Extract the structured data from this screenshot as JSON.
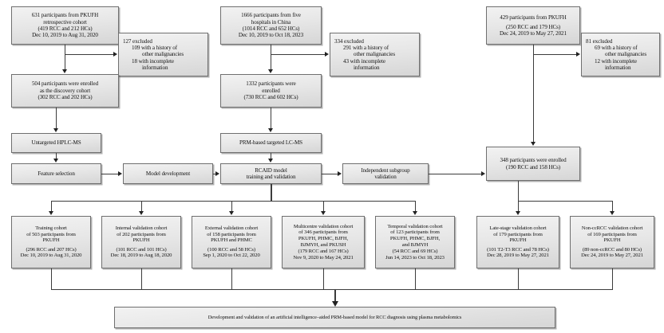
{
  "diagram": {
    "title": "Study flow diagram for RCAID model development and validation",
    "colors": {
      "box_border": "#6f6f6f",
      "box_fill_top": "#f2f2f2",
      "box_fill_bottom": "#d6d6d6",
      "connector": "#3c3c3c",
      "page_background": "#ffffff"
    }
  },
  "cohorts": {
    "retrospective_source": {
      "lines": [
        "631 participants from PKUFH",
        "retrospective cohort",
        "(419 RCC and 212 HCs)",
        "Dec 10, 2019 to Aug 31, 2020"
      ]
    },
    "retrospective_excluded": {
      "lines": [
        "127 excluded",
        "109 with a history of",
        "other malignancies",
        "18 with incomplete",
        "information"
      ]
    },
    "discovery_enrolled": {
      "lines": [
        "504 participants were enrolled",
        "as the discovery cohort",
        "(302 RCC and 202 HCs)"
      ]
    },
    "multicentre_source": {
      "lines": [
        "1666 participants from five",
        "hospitals in China",
        "(1014 RCC and 652 HCs)",
        "Dec 10, 2019 to Oct 18, 2023"
      ]
    },
    "multicentre_excluded": {
      "lines": [
        "334 excluded",
        "291 with a history of",
        "other malignancies",
        "43 with incomplete",
        "information"
      ]
    },
    "multicentre_enrolled": {
      "lines": [
        "1332 participants were",
        "enrolled",
        "(730 RCC and 602 HCs)"
      ]
    },
    "subgroup_source": {
      "lines": [
        "429 participants from PKUFH",
        "",
        "(250 RCC and 179 HCs)",
        "Dec 24, 2019 to May 27, 2021"
      ]
    },
    "subgroup_excluded": {
      "lines": [
        "81 excluded",
        "69 with a history of",
        "other malignancies",
        "12 with incomplete",
        "information"
      ]
    },
    "subgroup_enrolled": {
      "lines": [
        "348 participants were enrolled",
        "(190 RCC and 158 HCs)"
      ]
    }
  },
  "process": {
    "untargeted": {
      "lines": [
        "Untargeted HPLC-MS"
      ]
    },
    "prm_targeted": {
      "lines": [
        "PRM-based targeted LC-MS"
      ]
    },
    "feature_selection": {
      "lines": [
        "Feature selection"
      ]
    },
    "model_development": {
      "lines": [
        "Model development"
      ]
    },
    "rcaid_model": {
      "lines": [
        "RCAID model",
        "training and validation"
      ]
    },
    "independent_subgroup": {
      "lines": [
        "Independent subgroup",
        "validation"
      ]
    }
  },
  "validation_cohorts": [
    {
      "name": "training-cohort",
      "lines": [
        "Training cohort",
        "of 503 participants from",
        "PKUFH",
        "",
        "(296 RCC and 207 HCs)",
        "Dec 10, 2019 to Aug 31, 2020"
      ]
    },
    {
      "name": "internal-validation-cohort",
      "lines": [
        "Internal validation cohort",
        "of 202 participants from",
        "PKUFH",
        "",
        "(101 RCC and 101 HCs)",
        "Dec 18, 2019 to Aug 18, 2020"
      ]
    },
    {
      "name": "external-validation-cohort",
      "lines": [
        "External validation cohort",
        "of 158 participants from",
        "PKUFH and PHMC",
        "",
        "(100 RCC and 58 HCs)",
        "Sep 1, 2020 to  Oct 22, 2020"
      ]
    },
    {
      "name": "multicentre-validation-cohort",
      "lines": [
        "Multicentre validation cohort",
        "of 346 participants from",
        "PKUFH, PHMC, BJFH,",
        "BJMYH, and PKUSH",
        "(179 RCC and 167 HCs)",
        "Nov 9, 2020 to May 24, 2021"
      ]
    },
    {
      "name": "temporal-validation-cohort",
      "lines": [
        "Temporal validation cohort",
        "of 123 participants from",
        "PKUFH, PHMC, BJFH,",
        "and BJMYH",
        "(54 RCC and 69 HCs)",
        "Jun 14, 2023 to Oct 18, 2023"
      ]
    },
    {
      "name": "late-stage-validation-cohort",
      "lines": [
        "Late-stage validation cohort",
        "of 179 participants from",
        "PKUFH",
        "",
        "(101 T2-T3 RCC and 78 HCs)",
        "Dec 28, 2019 to May 27, 2021"
      ]
    },
    {
      "name": "non-ccrcc-validation-cohort",
      "lines": [
        "Non-ccRCC validation cohort",
        "of 169 participants from",
        "PKUFH",
        "",
        "(89 non-ccRCC and 80 HCs)",
        "Dec 24, 2019 to May 27, 2021"
      ]
    }
  ],
  "conclusion": {
    "lines": [
      "Development and validation of an artificial intelligence–aided PRM-based model for RCC diagnosis using plasma metabolomics"
    ]
  }
}
